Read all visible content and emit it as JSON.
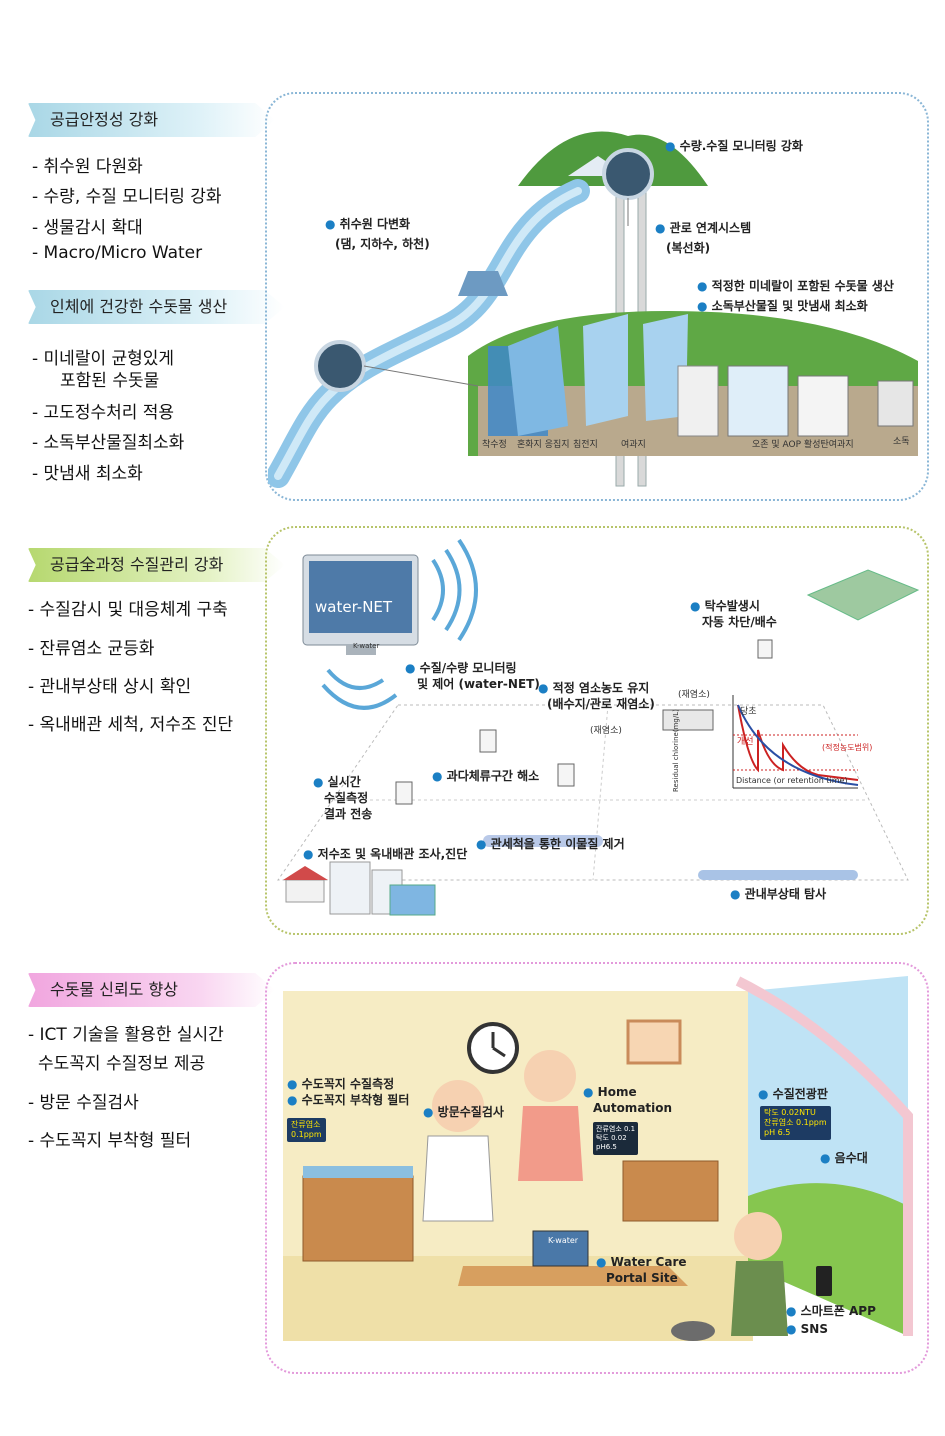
{
  "section1": {
    "tag1": "공급안정성 강화",
    "items1": [
      "- 취수원 다원화",
      "- 수량, 수질 모니터링 강화",
      "- 생물감시 확대",
      "- Macro/Micro Water"
    ],
    "tag2": "인체에 건강한 수돗물 생산",
    "item2_line1": "-      미네랄이 균형있게",
    "item2_line2": "포함된  수돗물",
    "items2": [
      "- 고도정수처리 적용",
      "- 소독부산물질최소화",
      "- 맛냄새 최소화"
    ],
    "labels": {
      "monitor": "수량.수질 모니터링 강화",
      "source_1": "취수원 다변화",
      "source_2": "(댐, 지하수, 하천)",
      "pipe_1": "관로 연계시스템",
      "pipe_2": "(복선화)",
      "mineral": "적정한 미네랄이 포함된 수돗물 생산",
      "byproduct": "소독부산물질 및 맛냄새 최소화"
    },
    "plant_steps": [
      "착수정",
      "혼화지 응집지",
      "침전지",
      "여과지",
      "오존 및 AOP  활성탄여과지",
      "소독"
    ]
  },
  "section2": {
    "tag": "공급全과정 수질관리 강화",
    "items": [
      "- 수질감시 및 대응체계 구축",
      "- 잔류염소 균등화",
      "- 관내부상태 상시 확인",
      "- 옥내배관 세척, 저수조 진단"
    ],
    "monitor_screen": "water-NET",
    "monitor_brand": "K-water",
    "labels": {
      "turbidity_1": "탁수발생시",
      "turbidity_2": "자동 차단/배수",
      "wq_1": "수질/수량 모니터링",
      "wq_2": "및 제어 (water-NET)",
      "chlorine_1": "적정 염소농도 유지",
      "chlorine_2": "(배수지/관로 재염소)",
      "realtime_1": "실시간",
      "realtime_2": "수질측정",
      "realtime_3": "결과 전송",
      "stagnant": "과다체류구간 해소",
      "pipe_clean": "관세척을 통한 이물질 제거",
      "tank": "저수조 및 옥내배관 조사,진단",
      "inspection": "관내부상태 탐사"
    },
    "small": {
      "rechlor_a": "(재염소)",
      "rechlor_b": "(재염소)",
      "current": "당초",
      "improved": "개선",
      "range": "(적정농도범위)",
      "ylabel": "Residual chlorine(mg/L)",
      "xlabel": "Distance (or retention time)"
    }
  },
  "section3": {
    "tag": "수돗물 신뢰도 향상",
    "item1_line1": "- ICT 기술을 활용한 실시간",
    "item1_line2": "수도꼭지 수질정보 제공",
    "items": [
      "- 방문 수질검사",
      "- 수도꼭지 부착형 필터"
    ],
    "labels": {
      "tap_1": "수도꼭지 수질측정",
      "tap_2": "수도꼭지 부착형 필터",
      "visit": "방문수질검사",
      "home_1": "Home",
      "home_2": "Automation",
      "board_title": "수질전광판",
      "fountain": "음수대",
      "portal_1": "Water Care",
      "portal_2": "Portal Site",
      "smart": "스마트폰 APP",
      "sns": "SNS"
    },
    "tap_display_1": "잔류염소",
    "tap_display_2": "0.1ppm",
    "home_display": [
      "잔류염소 0.1",
      "탁도 0.02",
      "pH6.5"
    ],
    "board_display": [
      "탁도 0.02NTU",
      "잔류염소 0.1ppm",
      "pH 6.5"
    ],
    "laptop_brand": "K-water"
  }
}
